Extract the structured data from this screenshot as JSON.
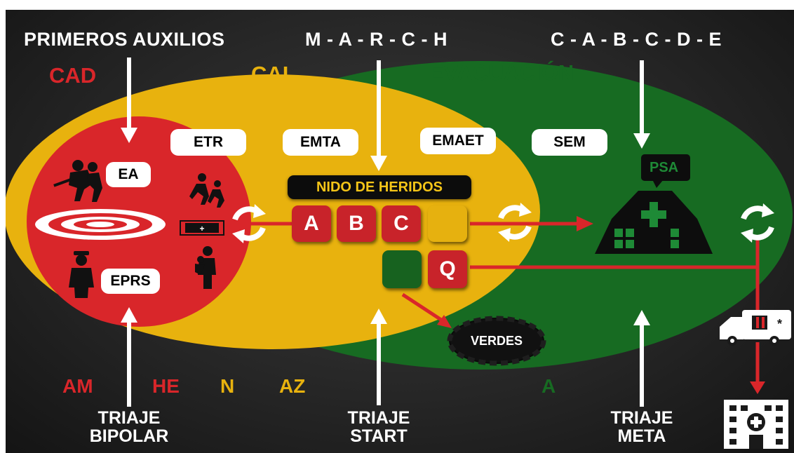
{
  "headers": {
    "primeros": "PRIMEROS AUXILIOS",
    "march": "M - A - R - C - H",
    "cabcde": "C - A - B - C - D - E"
  },
  "zones": {
    "cad": "CAD",
    "cai": "CAI",
    "evacuacion": "EVACUACIÓN"
  },
  "teams": {
    "etr": "ETR",
    "emta": "EMTA",
    "emaet": "EMAET",
    "sem": "SEM",
    "ea": "EA",
    "eprs": "EPRS"
  },
  "nest": {
    "title": "NIDO DE HERIDOS",
    "boxes": [
      "A",
      "B",
      "C",
      ""
    ],
    "q": "Q"
  },
  "verdes": "VERDES",
  "psa": "PSA",
  "levels": {
    "am": "AM",
    "he": "HE",
    "n": "N",
    "az": "AZ",
    "a": "A"
  },
  "triage": {
    "bipolar": [
      "TRIAJE",
      "BIPOLAR"
    ],
    "start": [
      "TRIAJE",
      "START"
    ],
    "meta": [
      "TRIAJE",
      "META"
    ]
  },
  "colors": {
    "red": "#d9262a",
    "yellow": "#e8b20e",
    "green": "#176b22",
    "box_red": "#c8232a",
    "box_yellow": "#e6b10f",
    "box_green": "#17621f"
  }
}
